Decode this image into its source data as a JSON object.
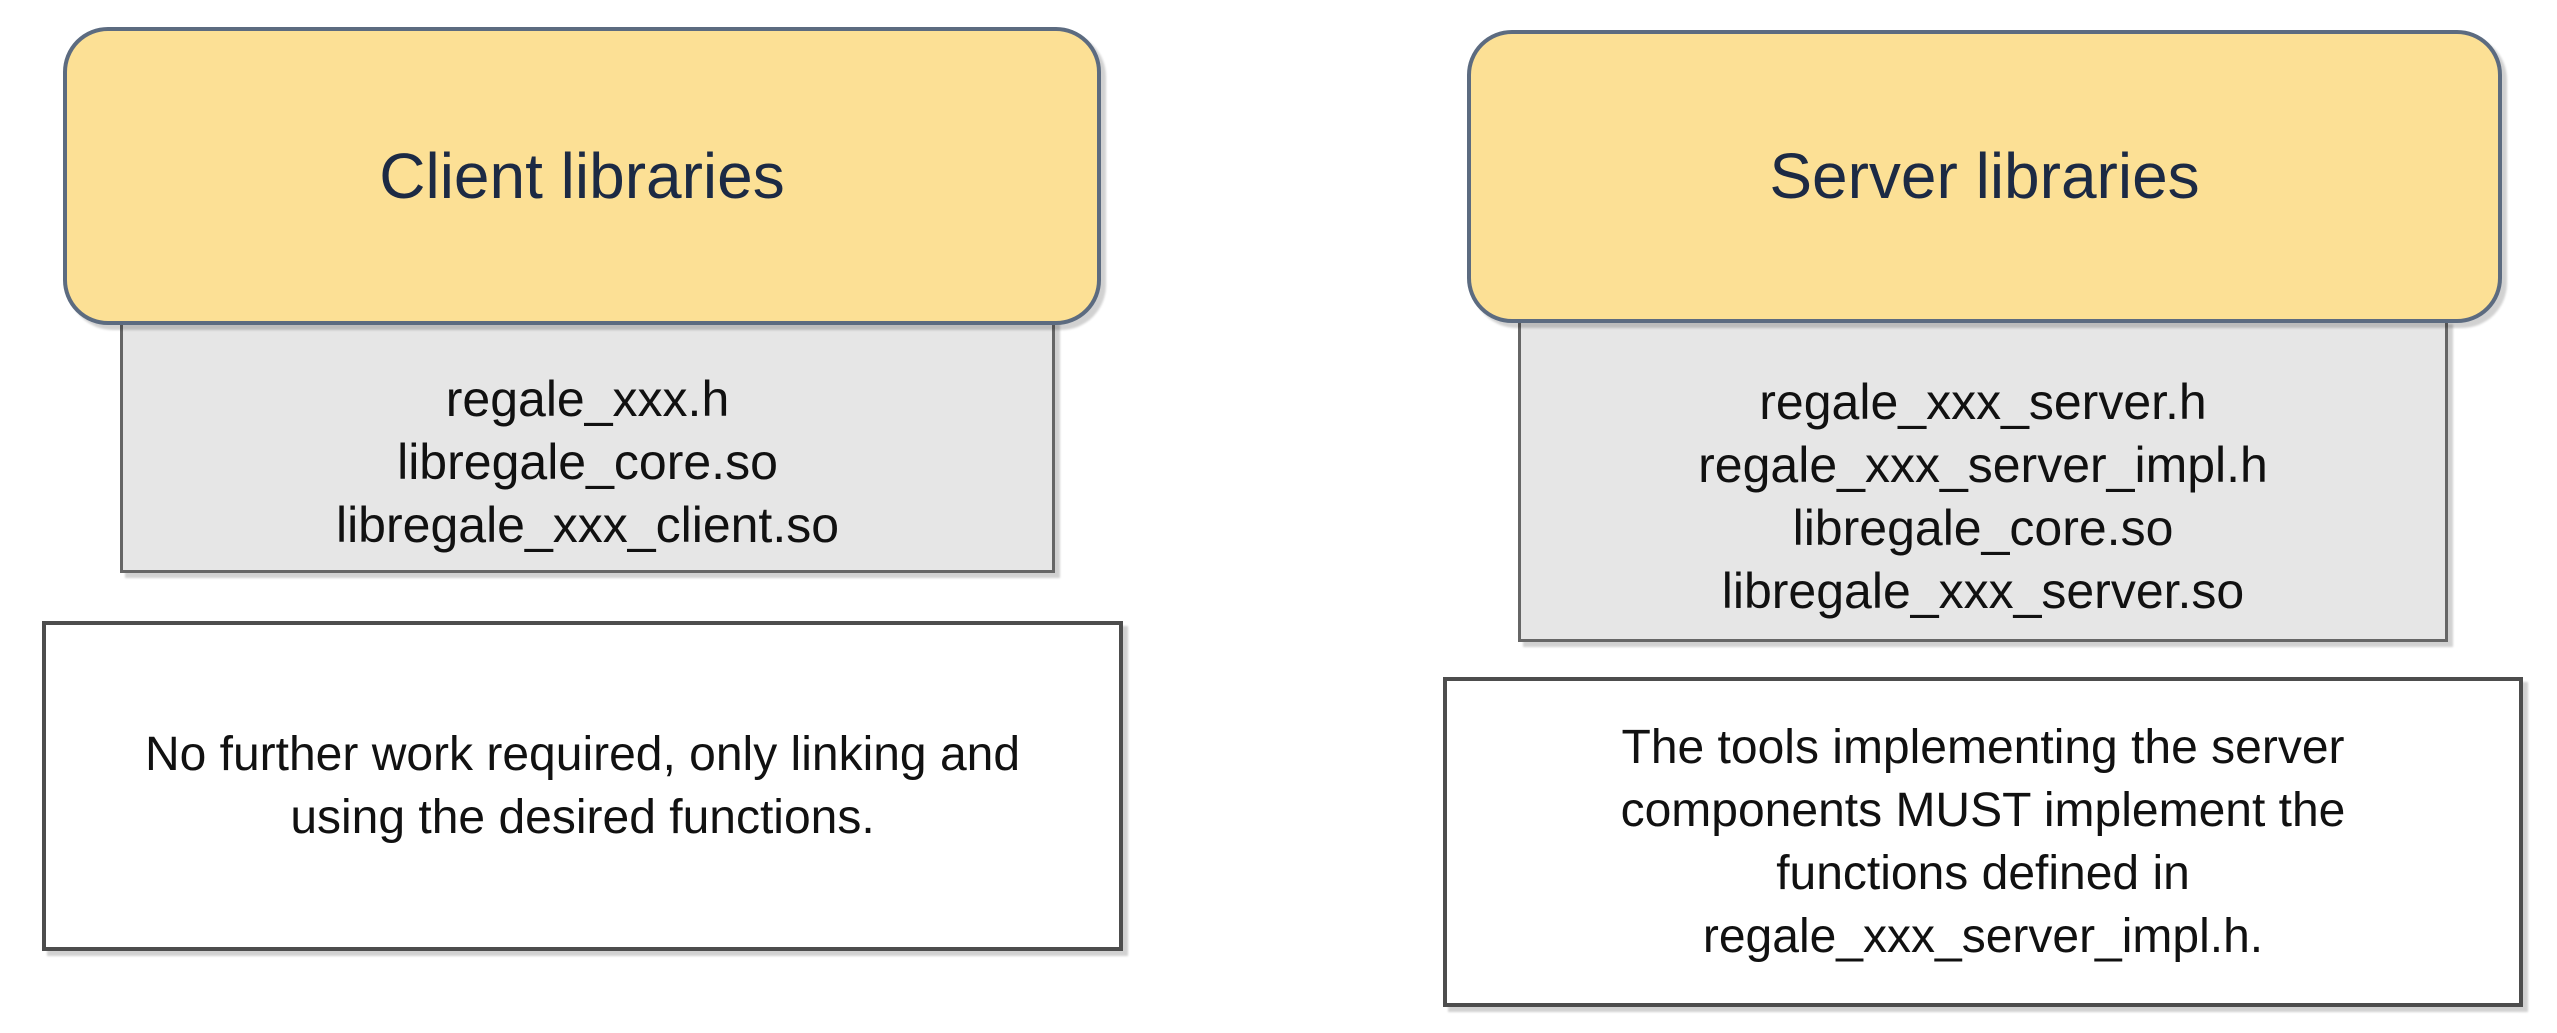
{
  "colors": {
    "canvas-bg": "#ffffff",
    "header-fill": "#fce095",
    "header-border": "#5c6b80",
    "header-text": "#1c2a44",
    "files-fill": "#e6e6e6",
    "files-border": "#666666",
    "note-fill": "#ffffff",
    "note-border": "#4d4d4d",
    "body-text": "#111111"
  },
  "client": {
    "title": "Client libraries",
    "files": [
      "regale_xxx.h",
      "libregale_core.so",
      "libregale_xxx_client.so"
    ],
    "note_lines": [
      "No further work required, only linking and",
      "using the desired functions."
    ]
  },
  "server": {
    "title": "Server libraries",
    "files": [
      "regale_xxx_server.h",
      "regale_xxx_server_impl.h",
      "libregale_core.so",
      "libregale_xxx_server.so"
    ],
    "note_lines": [
      "The tools implementing the server",
      "components MUST implement the",
      "functions defined in",
      "regale_xxx_server_impl.h."
    ]
  }
}
